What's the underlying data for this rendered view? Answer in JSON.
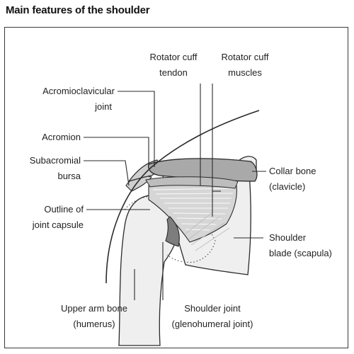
{
  "title": "Main features of the shoulder",
  "labels": {
    "rotator_cuff_tendon": [
      "Rotator cuff",
      "tendon"
    ],
    "rotator_cuff_muscles": [
      "Rotator cuff",
      "muscles"
    ],
    "acromioclavicular_joint": [
      "Acromioclavicular",
      "joint"
    ],
    "acromion": [
      "Acromion"
    ],
    "subacromial_bursa": [
      "Subacromial",
      "bursa"
    ],
    "outline_joint_capsule": [
      "Outline of",
      "joint capsule"
    ],
    "collar_bone": [
      "Collar bone",
      "(clavicle)"
    ],
    "shoulder_blade": [
      "Shoulder",
      "blade (scapula)"
    ],
    "upper_arm_bone": [
      "Upper arm bone",
      "(humerus)"
    ],
    "shoulder_joint": [
      "Shoulder joint",
      "(glenohumeral joint)"
    ]
  },
  "colors": {
    "bone_fill": "#efefef",
    "muscle_fill": "#d6d6d6",
    "tendon_fill": "#bdbdbd",
    "clavicle_fill": "#a9a9a9",
    "outline": "#2a2a2a"
  }
}
